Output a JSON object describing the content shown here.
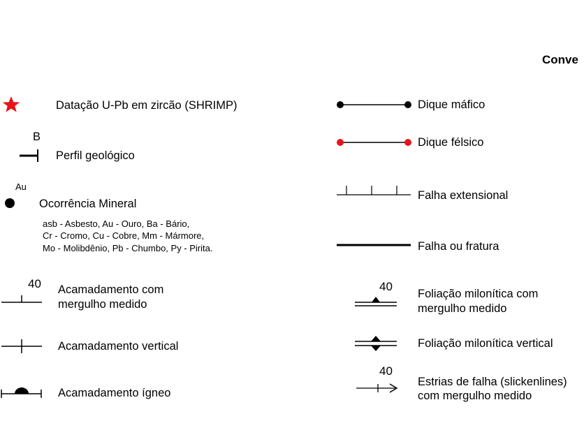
{
  "title": "Conve",
  "left": {
    "shrimp": "Datação U-Pb em zircão (SHRIMP)",
    "profile_letter": "B",
    "profile": "Perfil geológico",
    "mineral_code": "Au",
    "mineral": "Ocorrência Mineral",
    "mineral_legend": [
      "asb - Asbesto, Au - Ouro, Ba - Bário,",
      "Cr - Cromo, Cu - Cobre, Mm - Mármore,",
      "Mo - Molibdênio, Pb - Chumbo, Py - Pirita."
    ],
    "dip_value": "40",
    "bed_dip": [
      "Acamadamento  com",
      "mergulho medido"
    ],
    "bed_vertical": "Acamadamento vertical",
    "bed_igneous": "Acamadamento ígneo"
  },
  "right": {
    "mafic_dike": "Dique máfico",
    "felsic_dike": "Dique félsico",
    "extensional_fault": "Falha extensional",
    "fault": "Falha ou fratura",
    "mylonitic_dip_value": "40",
    "mylonitic_dip": [
      "Foliação milonítica com",
      "mergulho medido"
    ],
    "mylonitic_vertical": "Foliação milonítica vertical",
    "striae_dip_value": "40",
    "striae": [
      "Estrias de falha (slickenlines)",
      "com mergulho medido"
    ]
  },
  "colors": {
    "star": "#e8141b",
    "felsic_dot": "#e8141b",
    "ink": "#000000"
  }
}
